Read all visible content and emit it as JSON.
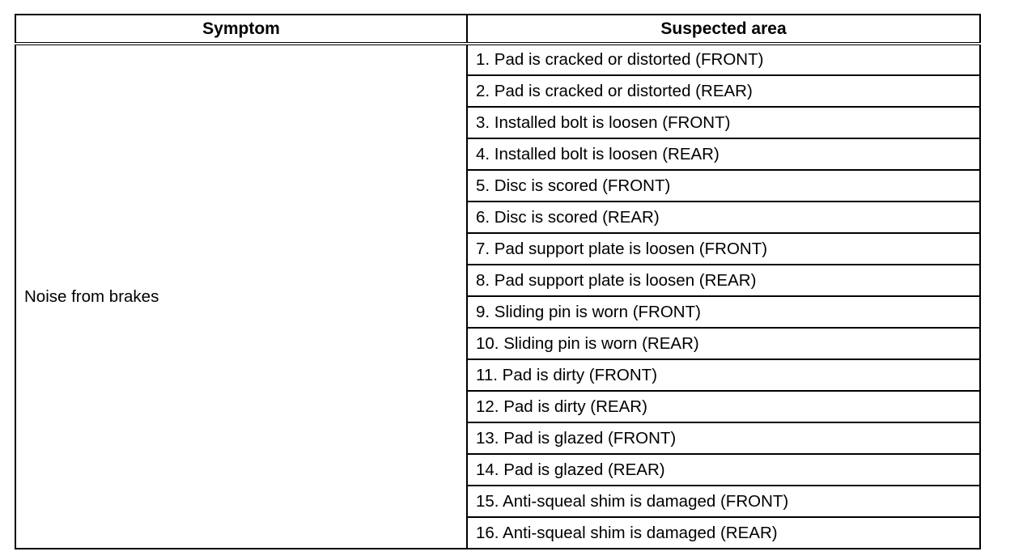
{
  "table": {
    "headers": {
      "symptom": "Symptom",
      "suspected_area": "Suspected area"
    },
    "symptom": "Noise from brakes",
    "suspected_areas": [
      "1. Pad is cracked or distorted (FRONT)",
      "2. Pad is cracked or distorted (REAR)",
      "3. Installed bolt is loosen (FRONT)",
      "4. Installed bolt is loosen (REAR)",
      "5. Disc is scored (FRONT)",
      "6. Disc is scored (REAR)",
      "7. Pad support plate is loosen (FRONT)",
      "8. Pad support plate is loosen (REAR)",
      "9. Sliding pin is worn (FRONT)",
      "10. Sliding pin is worn (REAR)",
      "11. Pad is dirty (FRONT)",
      "12. Pad is dirty (REAR)",
      "13. Pad is glazed (FRONT)",
      "14. Pad is glazed (REAR)",
      "15. Anti-squeal shim is damaged (FRONT)",
      "16. Anti-squeal shim is damaged (REAR)"
    ]
  }
}
